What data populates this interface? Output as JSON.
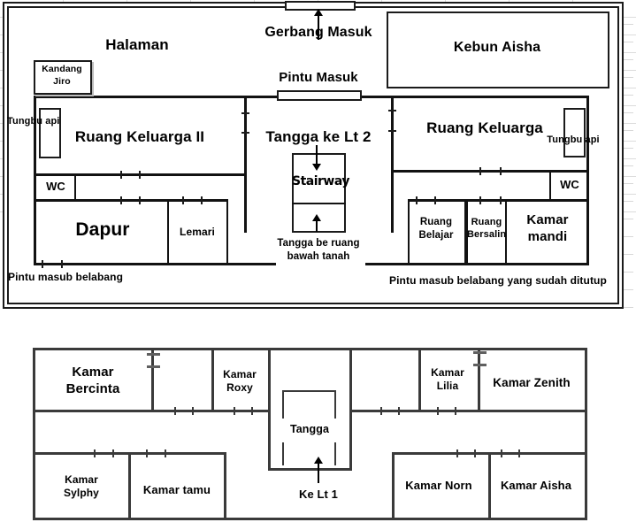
{
  "diagram_title": "House floor plans (two levels)",
  "colors": {
    "wall_floor1": "#121212",
    "wall_floor2": "#3a3a3a",
    "grid": "#dcdcdc",
    "background": "#ffffff"
  },
  "floor1": {
    "halaman": "Halaman",
    "gerbang_masuk": "Gerbang Masuk",
    "kebun_aisha": "Kebun Aisha",
    "kandang_jiro": "Kandang\nJiro",
    "pintu_masuk": "Pintu Masuk",
    "tungbu_api_left": "Tungbu api",
    "tungbu_api_right": "Tungbu api",
    "ruang_keluarga_ii": "Ruang Keluarga II",
    "tangga_ke_lt_2": "Tangga ke Lt 2",
    "ruang_keluarga": "Ruang Keluarga",
    "stairway": "Stairway",
    "wc_left": "WC",
    "wc_right": "WC",
    "dapur": "Dapur",
    "lemari": "Lemari",
    "tangga_basement": "Tangga be ruang\nbawah tanah",
    "ruang_belajar": "Ruang\nBelajar",
    "ruang_bersalin": "Ruang\nBersalin",
    "kamar_mandi": "Kamar\nmandi",
    "pintu_belakang_left": "Pintu masub belabang",
    "pintu_belakang_right": "Pintu masub belabang yang sudah ditutup"
  },
  "floor2": {
    "kamar_bercinta": "Kamar\nBercinta",
    "kamar_roxy": "Kamar\nRoxy",
    "kamar_lilia": "Kamar\nLilia",
    "kamar_zenith": "Kamar Zenith",
    "tangga": "Tangga",
    "ke_lt_1": "Ke Lt 1",
    "kamar_sylphy": "Kamar\nSylphy",
    "kamar_tamu": "Kamar tamu",
    "kamar_norn": "Kamar Norn",
    "kamar_aisha": "Kamar Aisha"
  }
}
